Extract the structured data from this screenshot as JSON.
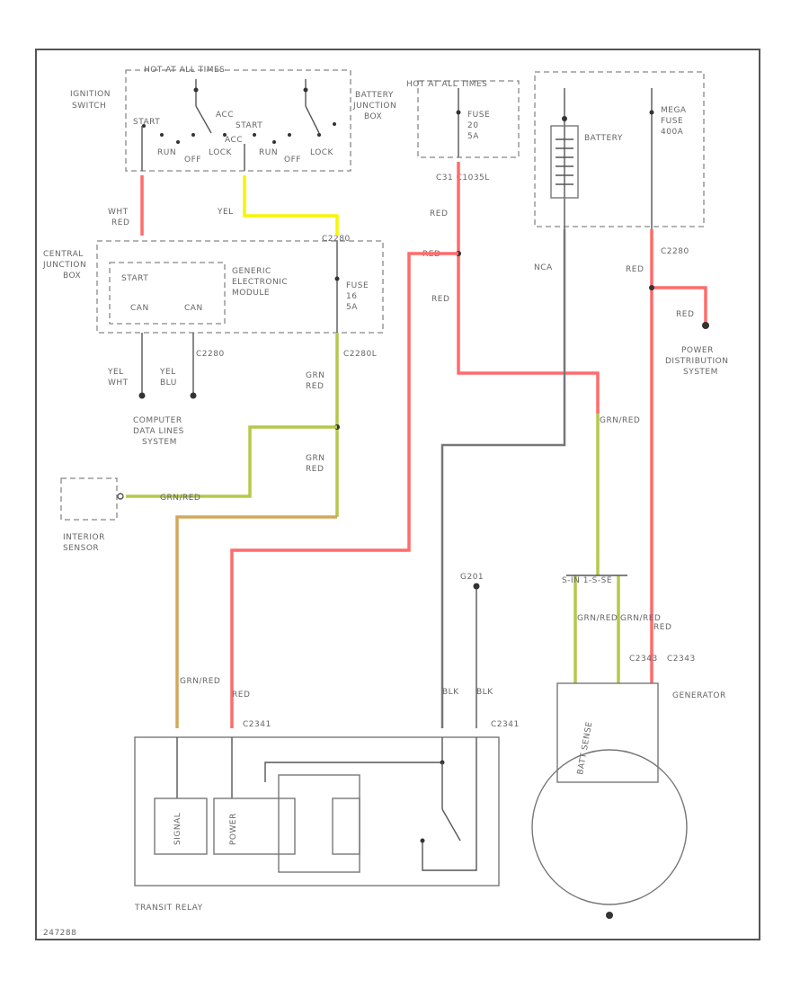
{
  "labels": {
    "hot_all_times_1": "HOT AT ALL TIMES",
    "ignition_switch": [
      "IGNITION",
      "SWITCH"
    ],
    "battery_junction_box": [
      "BATTERY",
      "JUNCTION",
      "BOX"
    ],
    "hot_all_times_2": "HOT AT ALL TIMES",
    "fuse_20": [
      "FUSE",
      "20",
      "5A"
    ],
    "c_bjb": "C31 C1035L",
    "battery": "BATTERY",
    "mega_fuse": [
      "MEGA",
      "FUSE",
      "400A"
    ],
    "sw": {
      "start": "START",
      "run1": "RUN",
      "acc1": "ACC",
      "off1": "OFF",
      "lock1": "LOCK",
      "start2": "START",
      "run2": "RUN",
      "acc2": "ACC",
      "off2": "OFF",
      "lock2": "LOCK"
    },
    "wht_red": [
      "WHT",
      "RED"
    ],
    "yel": "YEL",
    "red_a": "RED",
    "red_b": "RED",
    "red_c": "RED",
    "red_d": "RED",
    "red_e": "RED",
    "nca": "NCA",
    "c1_c2280": "C2280",
    "c1_c2280b": "C2280",
    "central_junction_box": [
      "CENTRAL",
      "JUNCTION",
      "BOX"
    ],
    "start_box": "START",
    "gem": [
      "GENERIC",
      "ELECTRONIC",
      "MODULE"
    ],
    "fuse_16": [
      "FUSE",
      "16",
      "5A"
    ],
    "can1": "CAN",
    "can2": "CAN",
    "c2280_left": "C2280",
    "c2280_right": "C2280L",
    "yel_wht": [
      "YEL",
      "WHT"
    ],
    "yel_blu": [
      "YEL",
      "BLU"
    ],
    "gry_red1": [
      "GRN",
      "RED"
    ],
    "gry_red2": [
      "GRN",
      "RED"
    ],
    "computer_data_lines": [
      "COMPUTER",
      "DATA LINES",
      "SYSTEM"
    ],
    "interior_sensor": [
      "INTERIOR",
      "SENSOR"
    ],
    "grn_red_wire": "GRN/RED",
    "pds": [
      "POWER",
      "DISTRIBUTION",
      "SYSTEM"
    ],
    "g201": "G201",
    "wire_tags": [
      "GRN/RED",
      "RED",
      "BLK",
      "BLK",
      "RED",
      "GRN/RED",
      "GRN/RED",
      "GRN/RED"
    ],
    "c_tags": [
      "C2341",
      "C2341",
      "C2343",
      "C2343"
    ],
    "s_tags": "S-IN 1-S-SE",
    "generator": "GENERATOR",
    "batt_sense": "BATT SENSE",
    "transit_relay": "TRANSIT RELAY",
    "signal": "SIGNAL",
    "power": "POWER",
    "footer_code": "247288"
  },
  "colors": {
    "red_wire": "#ff6b6b",
    "yellow_wire": "#f5f500",
    "green_wire": "#b6c84a",
    "black_wire": "#777777"
  }
}
